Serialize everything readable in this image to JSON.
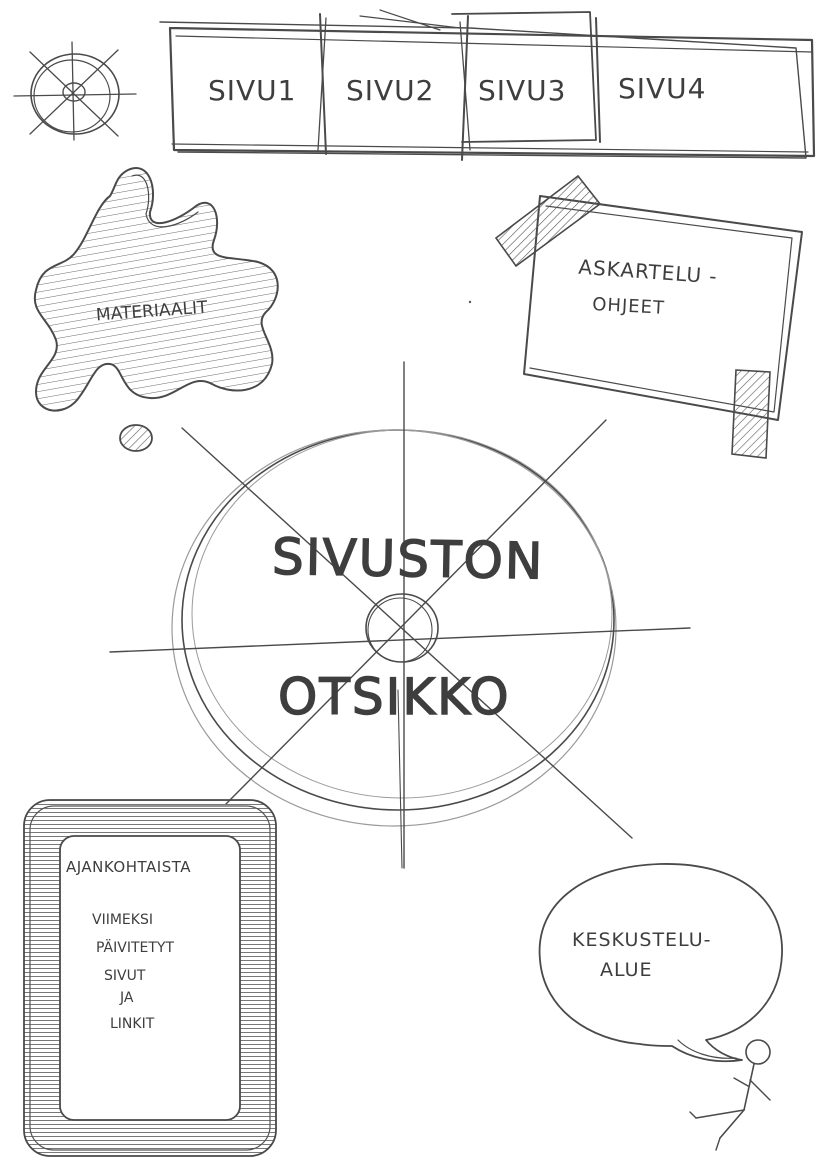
{
  "nav": {
    "tabs": [
      {
        "label": "SIVU1"
      },
      {
        "label": "SIVU2"
      },
      {
        "label": "SIVU3"
      },
      {
        "label": "SIVU4"
      }
    ]
  },
  "logo": {
    "icon": "logo-crosshair-icon"
  },
  "materials": {
    "label": "MATERIAALIT"
  },
  "instructions": {
    "line1": "ASKARTELU -",
    "line2": "OHJEET"
  },
  "title": {
    "line1": "SIVUSTON",
    "line2": "OTSIKKO"
  },
  "topical": {
    "heading": "AJANKOHTAISTA",
    "lines": [
      "VIIMEKSI",
      "PÄIVITETYT",
      "SIVUT",
      "JA",
      "LINKIT"
    ]
  },
  "discussion": {
    "line1": "KESKUSTELU-",
    "line2": "ALUE"
  },
  "colors": {
    "ink": "#4a4a4a",
    "paper": "#ffffff",
    "light_ink": "#9a9a9a"
  }
}
